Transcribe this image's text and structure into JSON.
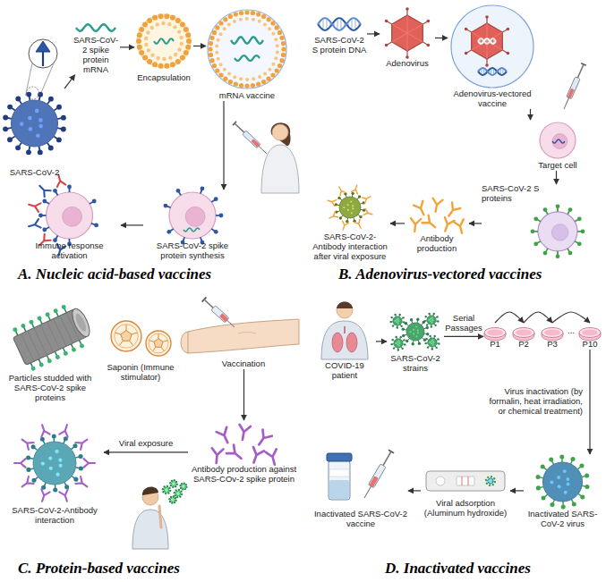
{
  "diagram": {
    "nodes": [
      {
        "text": [
          "SARS-CoV-2"
        ]
      },
      {
        "text": [
          "SARS-CoV-2 spike protein mRNA"
        ]
      },
      {
        "text": [
          "Encapsulation"
        ]
      },
      {
        "text": [
          "mRNA vaccine"
        ]
      },
      {
        "text": [
          "SARS-CoV-2 spike protein synthesis"
        ]
      },
      {
        "text": [
          "Immune response activation"
        ]
      },
      {
        "text": [
          "SARS-CoV-2 S protein DNA"
        ]
      },
      {
        "text": [
          "Adenovirus"
        ]
      },
      {
        "text": [
          "Adenovirus-vectored vaccine"
        ]
      },
      {
        "text": [
          "Target cell"
        ]
      },
      {
        "text": [
          "SARS-CoV-2 S proteins"
        ]
      },
      {
        "text": [
          "Antibody production"
        ]
      },
      {
        "text": [
          "SARS-CoV-2-Antibody interaction after viral exposure"
        ]
      },
      {
        "text": [
          "Particles studded with SARS-CoV-2 spike proteins"
        ]
      },
      {
        "text": [
          "Saponin (Immune stimulator)"
        ]
      },
      {
        "text": [
          "Vaccination"
        ]
      },
      {
        "text": [
          "Antibody production against SARS-COv-2 spike protein"
        ]
      },
      {
        "text": [
          "SARS-CoV-2-Antibody interaction"
        ]
      },
      {
        "text": [
          "COVID-19 patient"
        ]
      },
      {
        "text": [
          "SARS-CoV-2 strains"
        ]
      },
      {
        "text": [
          "P1"
        ]
      },
      {
        "text": [
          "P2"
        ]
      },
      {
        "text": [
          "P3"
        ]
      },
      {
        "text": [
          "P10"
        ]
      },
      {
        "text": [
          "Inactivated SARS-CoV-2 virus"
        ]
      },
      {
        "text": [
          "Viral adsorption (Aluminum hydroxide)"
        ]
      },
      {
        "text": [
          "Inactivated SARS-CoV-2 vaccine"
        ]
      }
    ],
    "edges": [
      {
        "from": 0,
        "to": 1,
        "arrow": "to"
      },
      {
        "from": 1,
        "to": 2,
        "arrow": "to"
      },
      {
        "from": 2,
        "to": 3,
        "arrow": "to"
      },
      {
        "from": 3,
        "to": 4,
        "arrow": "to"
      },
      {
        "from": 4,
        "to": 5,
        "arrow": "to"
      },
      {
        "from": 6,
        "to": 7,
        "arrow": "to"
      },
      {
        "from": 7,
        "to": 8,
        "arrow": "to"
      },
      {
        "from": 8,
        "to": 9,
        "arrow": "to"
      },
      {
        "from": 9,
        "to": 10,
        "arrow": "to"
      },
      {
        "from": 10,
        "to": 11,
        "arrow": "to"
      },
      {
        "from": 11,
        "to": 12,
        "arrow": "to"
      },
      {
        "from": 15,
        "to": 16,
        "arrow": "to"
      },
      {
        "from": 16,
        "to": 17,
        "label": "Viral exposure",
        "arrow": "to"
      },
      {
        "from": 18,
        "to": 19,
        "arrow": "to"
      },
      {
        "from": 19,
        "to": 20,
        "label": "Serial Passages",
        "arrow": "to"
      },
      {
        "from": 20,
        "to": 21,
        "arrow": "to"
      },
      {
        "from": 21,
        "to": 22,
        "arrow": "to"
      },
      {
        "from": 22,
        "to": 23,
        "arrow": "to"
      },
      {
        "from": 23,
        "to": 24,
        "label": "Virus inactivation (by formalin, heat irradiation, or chemical treatment)",
        "arrow": "to"
      },
      {
        "from": 24,
        "to": 25,
        "arrow": "to"
      },
      {
        "from": 25,
        "to": 26,
        "arrow": "to"
      }
    ],
    "labels": [
      "A. Nucleic acid-based vaccines",
      "B. Adenovirus-vectored vaccines",
      "...",
      "C. Protein-based vaccines",
      "D. Inactivated vaccines"
    ]
  }
}
